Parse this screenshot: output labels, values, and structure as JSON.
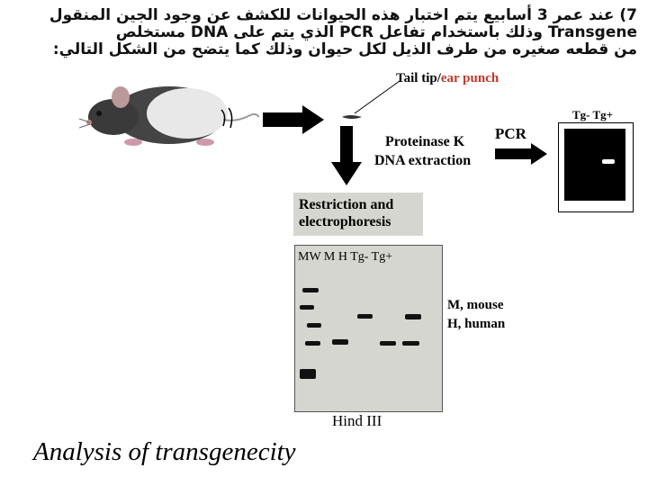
{
  "heading": {
    "line1": "7) عند عمر 3 أسابيع يتم اختبار هذه الحيوانات للكشف عن وجود الجين المنقول",
    "line2": "Transgene وذلك باستخدام تفاعل PCR الذي يتم على DNA مستخلص",
    "line3": "من قطعه صغيره من طرف الذيل لكل حيوان وذلك كما يتضح من الشكل التالي:"
  },
  "tail_label": {
    "part1": "Tail tip/",
    "part2": "ear punch"
  },
  "proteinase": "Proteinase K",
  "dna_extraction": "DNA extraction",
  "pcr": "PCR",
  "pcr_lanes": "Tg-  Tg+",
  "restriction": {
    "line1": "Restriction and",
    "line2": "electrophoresis"
  },
  "gel_lanes": "MW  M   H  Tg-  Tg+",
  "legend": {
    "m": "M, mouse",
    "h": "H, human"
  },
  "enzyme": "Hind III",
  "title": "Analysis of transgenecity",
  "colors": {
    "accent_red": "#c0392b",
    "panel": "#d6d6d0",
    "gel": "#000000"
  }
}
